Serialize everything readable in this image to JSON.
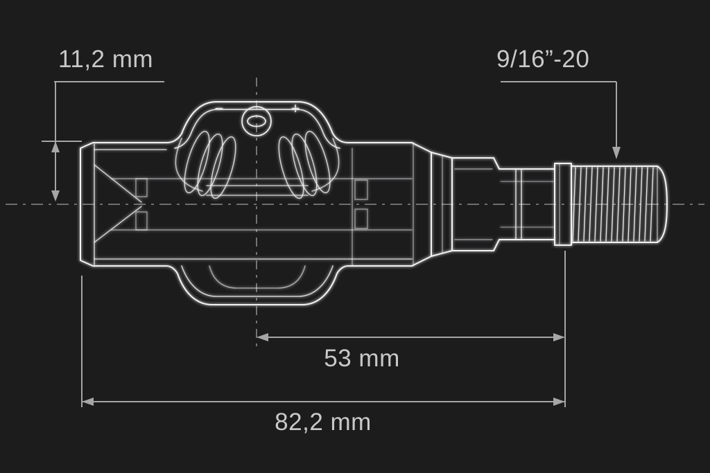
{
  "labels": {
    "height": "11,2 mm",
    "thread": "9/16”-20",
    "spindle": "53 mm",
    "total": "82,2 mm"
  },
  "marks": {
    "minus": "−",
    "plus": "+"
  },
  "colors": {
    "background": "#1c1c1d",
    "artwork_line": "#f2f2f2",
    "dimension_line": "#a6a6a6",
    "label_text": "#c9c9c9"
  }
}
